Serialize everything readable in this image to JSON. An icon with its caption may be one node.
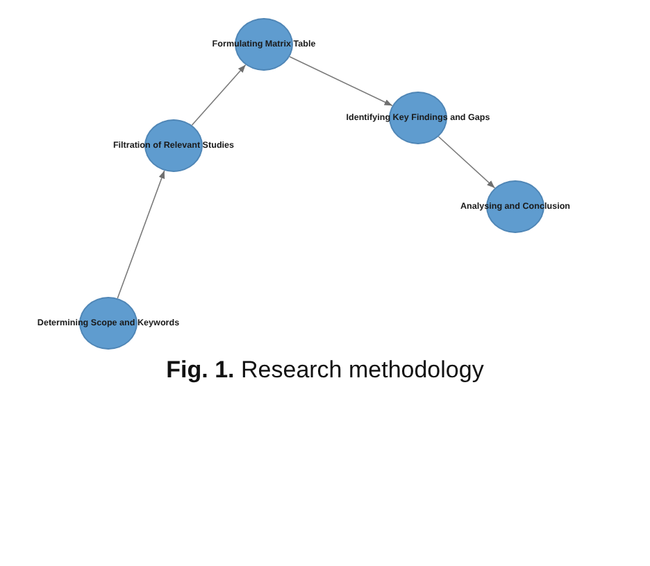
{
  "diagram": {
    "caption": "**Fig. 1.** Research methodology",
    "nodes": [
      {
        "text": [
          "Determining Scope and Keywords"
        ]
      },
      {
        "text": [
          "Filtration of Relevant Studies"
        ]
      },
      {
        "text": [
          "Formulating Matrix Table"
        ]
      },
      {
        "text": [
          "Identifying Key Findings and Gaps"
        ]
      },
      {
        "text": [
          "Analysing and Conclusion"
        ]
      }
    ],
    "edges": [
      {
        "from": 0,
        "to": 1,
        "arrow": "to"
      },
      {
        "from": 1,
        "to": 2,
        "arrow": "to"
      },
      {
        "from": 2,
        "to": 3,
        "arrow": "to"
      },
      {
        "from": 3,
        "to": 4,
        "arrow": "to"
      }
    ]
  }
}
